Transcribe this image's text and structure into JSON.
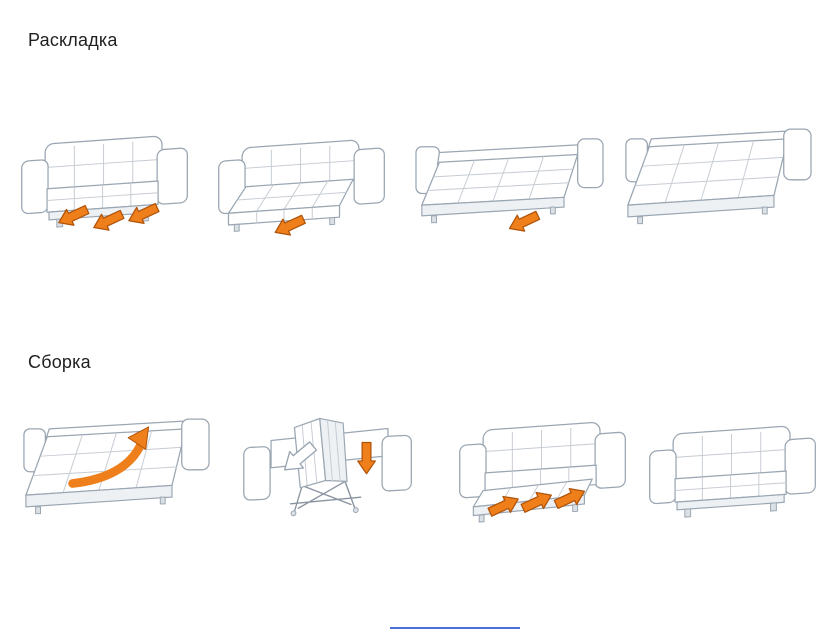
{
  "page": {
    "background": "#ffffff"
  },
  "colors": {
    "arrow_fill": "#ef7f1a",
    "arrow_shadow": "#bf6410",
    "line": "#9aa6b2",
    "title_text": "#1f1f1f",
    "bottom_mark": "#4a6fd8"
  },
  "sections": [
    {
      "title": "Раскладка",
      "steps": [
        {
          "illustration": "sofa-closed-pull-seat-forward"
        },
        {
          "illustration": "sofa-seat-section-extended"
        },
        {
          "illustration": "sofa-backrest-folding-flat"
        },
        {
          "illustration": "sofa-bed-fully-unfolded"
        }
      ]
    },
    {
      "title": "Сборка",
      "steps": [
        {
          "illustration": "bed-flat-lift-front-edge"
        },
        {
          "illustration": "bed-folded-lowering-into-frame"
        },
        {
          "illustration": "sofa-push-bed-section-inward"
        },
        {
          "illustration": "sofa-fully-assembled"
        }
      ]
    }
  ]
}
